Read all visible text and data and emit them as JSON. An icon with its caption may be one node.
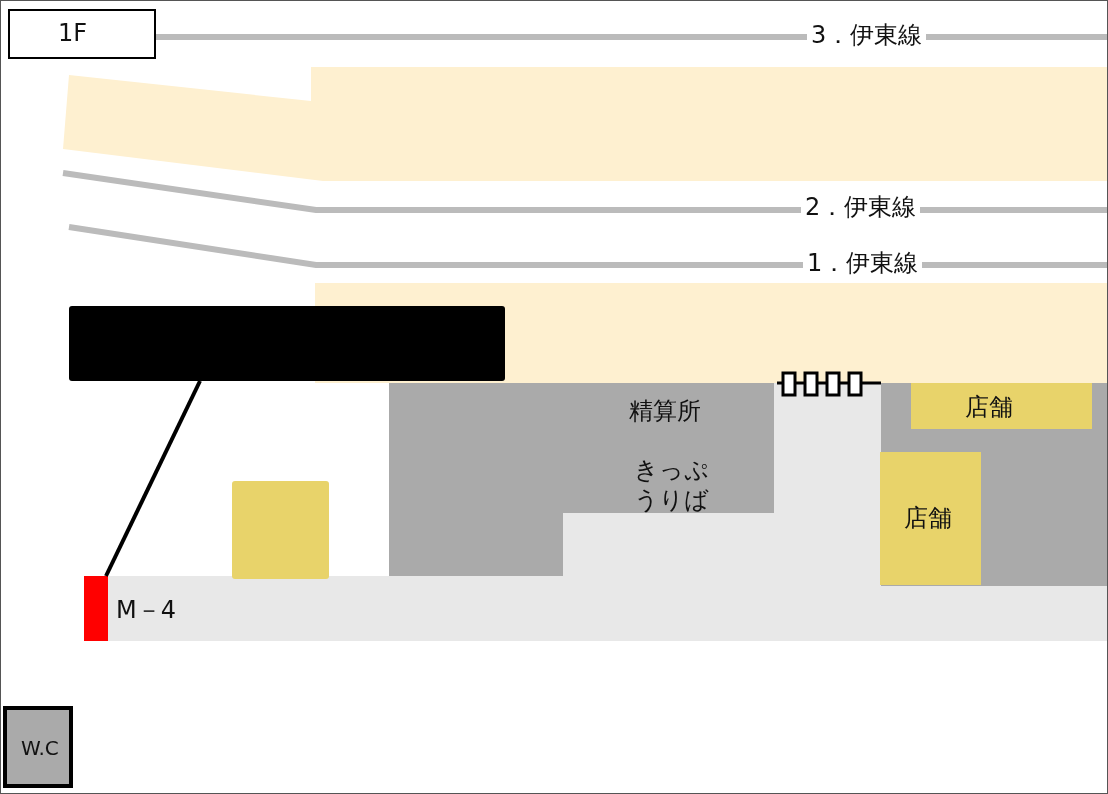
{
  "diagram": {
    "nodes": [
      {
        "text": [
          "1F"
        ]
      },
      {
        "text": [],
        "shape": "box"
      },
      {
        "text": [],
        "shape": "bar",
        "beside": [
          "M－4"
        ]
      },
      {
        "text": [
          "精算所",
          "きっぷうりば"
        ]
      },
      {
        "text": [],
        "shape": "box"
      },
      {
        "text": [
          "店舗"
        ]
      },
      {
        "text": [
          "店舗"
        ]
      },
      {
        "text": [
          "W.C"
        ]
      }
    ],
    "edges": [
      {
        "from": 1,
        "to": 2,
        "arrow": "none"
      }
    ],
    "labels": [
      "3．伊東線",
      "2．伊東線",
      "1．伊東線"
    ]
  }
}
